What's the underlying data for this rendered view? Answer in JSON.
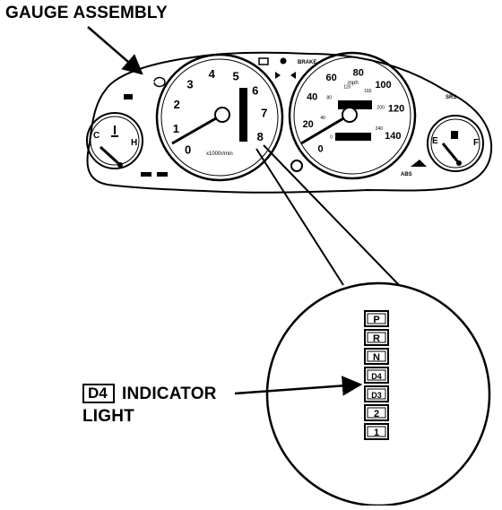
{
  "labels": {
    "gauge_assembly": "GAUGE ASSEMBLY",
    "d4_box": "D4",
    "indicator_line1": "INDICATOR",
    "indicator_line2": "LIGHT"
  },
  "tachometer": {
    "ticks": [
      "0",
      "1",
      "2",
      "3",
      "4",
      "5",
      "6",
      "7",
      "8"
    ],
    "unit": "x1000r/min"
  },
  "speedometer": {
    "ticks": [
      "0",
      "20",
      "40",
      "60",
      "80",
      "100",
      "120",
      "140"
    ],
    "unit": "mph",
    "inner_ticks": [
      "0",
      "40",
      "80",
      "120",
      "160",
      "200",
      "240"
    ]
  },
  "temp_gauge": {
    "low": "C",
    "high": "H"
  },
  "fuel_gauge": {
    "low": "E",
    "high": "F"
  },
  "warning_lights": {
    "brake": "BRAKE",
    "srs": "SRS",
    "abs": "ABS"
  },
  "gear_indicators": [
    "P",
    "R",
    "N",
    "D4",
    "D3",
    "2",
    "1"
  ]
}
